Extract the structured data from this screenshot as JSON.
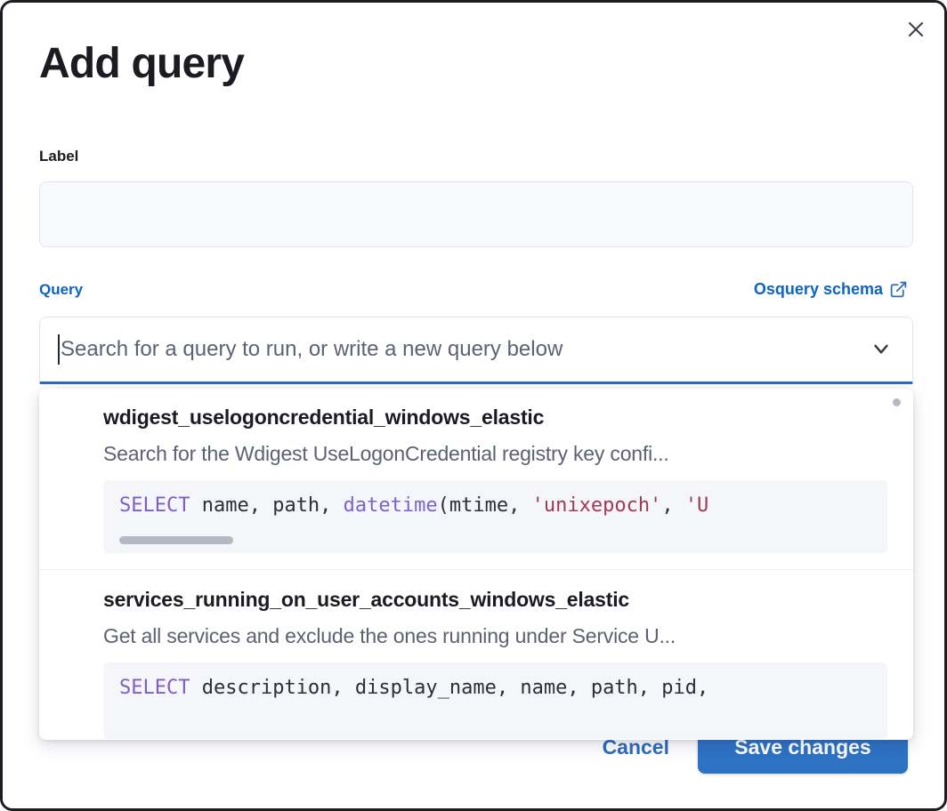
{
  "modal": {
    "title": "Add query",
    "close_icon": "close-icon"
  },
  "label_field": {
    "label": "Label",
    "value": "",
    "placeholder": ""
  },
  "query_field": {
    "label": "Query",
    "schema_link": "Osquery schema",
    "schema_link_icon": "external-link-icon",
    "combobox_value": "",
    "combobox_placeholder": "Search for a query to run, or write a new query below",
    "chevron_icon": "chevron-down-icon"
  },
  "dropdown": {
    "options": [
      {
        "title": "wdigest_uselogoncredential_windows_elastic",
        "description": "Search for the Wdigest UseLogonCredential registry key confi...",
        "code": {
          "keyword": "SELECT",
          "before_fn": " name, path, ",
          "fn": "datetime",
          "after_fn": "(mtime, ",
          "string1": "'unixepoch'",
          "separator": ", ",
          "string2": "'U",
          "full": "SELECT name, path, datetime(mtime, 'unixepoch', 'U"
        }
      },
      {
        "title": "services_running_on_user_accounts_windows_elastic",
        "description": "Get all services and exclude the ones running under Service U...",
        "code": {
          "keyword": "SELECT",
          "rest": " description, display_name, name, path, pid,",
          "full": "SELECT description, display_name, name, path, pid,"
        }
      }
    ]
  },
  "footer": {
    "cancel_label": "Cancel",
    "save_label": "Save changes"
  },
  "colors": {
    "accent_blue": "#2e72c4",
    "link_blue": "#0b64c4",
    "focus_underline": "#2d6bc0",
    "text_dark": "#1a1c21",
    "text_muted": "#5c6271",
    "code_bg": "#f5f6fa",
    "sql_keyword": "#7d5ec4",
    "sql_string": "#a03a53"
  }
}
